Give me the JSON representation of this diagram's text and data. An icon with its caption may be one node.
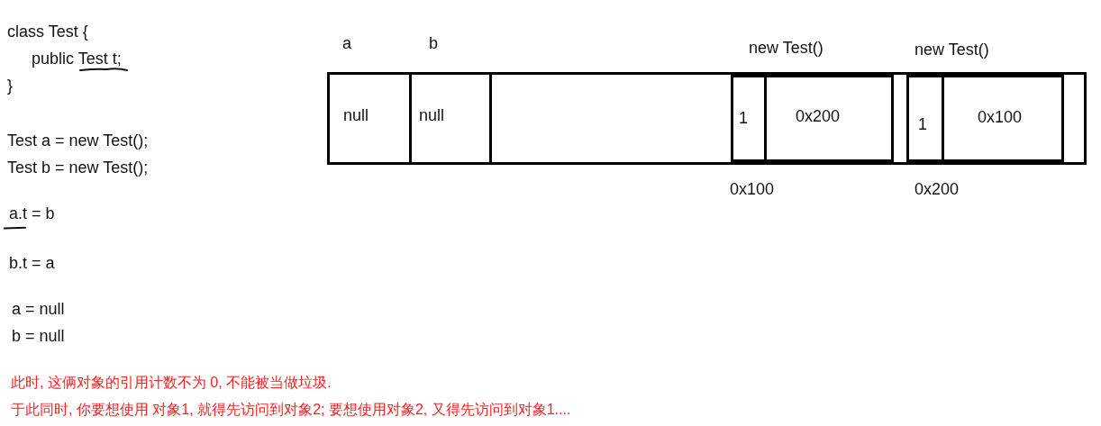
{
  "diagram": {
    "nodes": [
      {
        "text": [],
        "shape": "box"
      },
      {
        "text": [
          "a",
          "null"
        ],
        "in": 0
      },
      {
        "text": [
          "b",
          "null"
        ],
        "in": 0
      },
      {
        "text": [
          "new Test()"
        ],
        "beside": [
          "0x100"
        ],
        "in": 0
      },
      {
        "text": [
          "1"
        ],
        "in": 3
      },
      {
        "text": [
          "0x200"
        ],
        "in": 3
      },
      {
        "text": [
          "new Test()"
        ],
        "beside": [
          "0x200"
        ],
        "in": 0
      },
      {
        "text": [
          "1"
        ],
        "in": 6
      },
      {
        "text": [
          "0x100"
        ],
        "in": 6
      }
    ],
    "labels": [
      "class Test {",
      "public Test t;",
      "}",
      "Test a = new Test();",
      "Test b = new Test();",
      "a.t = b",
      "b.t = a",
      "a = null",
      "b = null",
      "此时, 这俩对象的引用计数不为 0, 不能被当做垃圾.",
      "于此同时, 你要想使用 对象1, 就得先访问到对象2; 要想使用对象2, 又得先访问到对象1...."
    ]
  }
}
